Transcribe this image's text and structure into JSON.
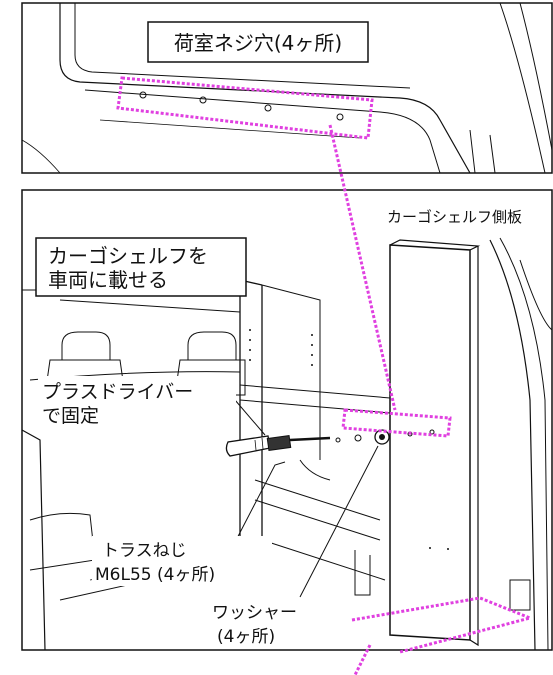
{
  "top_panel": {
    "label": "荷室ネジ穴(4ヶ所)"
  },
  "main_panel": {
    "title_line1": "カーゴシェルフを",
    "title_line2": "車両に載せる",
    "side_panel_label": "カーゴシェルフ側板",
    "driver_line1": "プラスドライバー",
    "driver_line2": "で固定",
    "screw_line1": "トラスねじ",
    "screw_line2": "M6L55 (4ヶ所)",
    "washer_line1": "ワッシャー",
    "washer_line2": "(4ヶ所)"
  },
  "colors": {
    "highlight": "#e040e0",
    "line": "#111111"
  }
}
